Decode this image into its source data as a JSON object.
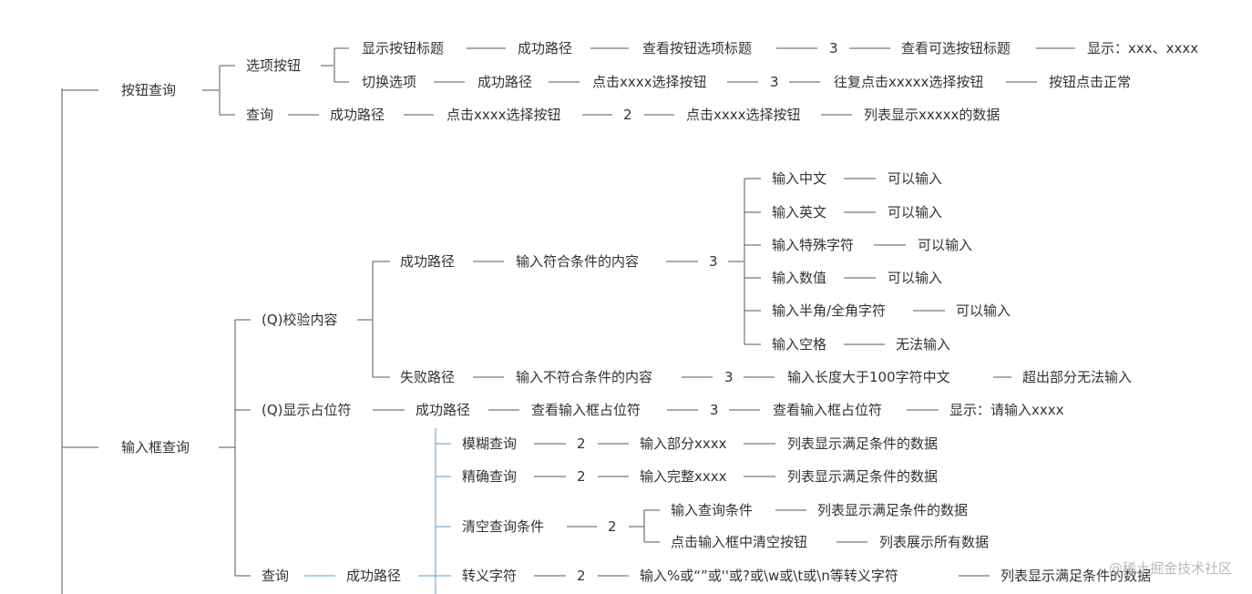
{
  "colors": {
    "line": "#555555",
    "accent": "#5b9bc4",
    "text": "#333333"
  },
  "nodes": {
    "b_query": "按钮查询",
    "option_btn": "选项按钮",
    "show_title": "显示按钮标题",
    "r1_path": "成功路径",
    "r1_check": "查看按钮选项标题",
    "r1_num": "3",
    "r1_check2": "查看可选按钮标题",
    "r1_result": "显示：xxx、xxxx",
    "switch_opt": "切换选项",
    "r2_path": "成功路径",
    "r2_click": "点击xxxx选择按钮",
    "r2_num": "3",
    "r2_repeat": "往复点击xxxxx选择按钮",
    "r2_result": "按钮点击正常",
    "query": "查询",
    "r3_path": "成功路径",
    "r3_click": "点击xxxx选择按钮",
    "r3_num": "2",
    "r3_click2": "点击xxxx选择按钮",
    "r3_result": "列表显示xxxxx的数据",
    "input_query": "输入框查询",
    "validate": "(Q)校验内容",
    "v_success": "成功路径",
    "v_input_ok": "输入符合条件的内容",
    "v_num": "3",
    "c_cn": "输入中文",
    "c_cn_r": "可以输入",
    "c_en": "输入英文",
    "c_en_r": "可以输入",
    "c_sp": "输入特殊字符",
    "c_sp_r": "可以输入",
    "c_num": "输入数值",
    "c_num_r": "可以输入",
    "c_half": "输入半角/全角字符",
    "c_half_r": "可以输入",
    "c_space": "输入空格",
    "c_space_r": "无法输入",
    "v_fail": "失败路径",
    "v_input_bad": "输入不符合条件的内容",
    "v_fail_num": "3",
    "v_long": "输入长度大于100字符中文",
    "v_long_r": "超出部分无法输入",
    "placeholder": "(Q)显示占位符",
    "p_path": "成功路径",
    "p_check": "查看输入框占位符",
    "p_num": "3",
    "p_check2": "查看输入框占位符",
    "p_result": "显示：请输入xxxx",
    "q_query": "查询",
    "q_path": "成功路径",
    "fuzzy": "模糊查询",
    "fuzzy_num": "2",
    "fuzzy_input": "输入部分xxxx",
    "fuzzy_r": "列表显示满足条件的数据",
    "exact": "精确查询",
    "exact_num": "2",
    "exact_input": "输入完整xxxx",
    "exact_r": "列表显示满足条件的数据",
    "clear": "清空查询条件",
    "clear_num": "2",
    "clear_in": "输入查询条件",
    "clear_in_r": "列表显示满足条件的数据",
    "clear_btn": "点击输入框中清空按钮",
    "clear_btn_r": "列表展示所有数据",
    "escape": "转义字符",
    "escape_num": "2",
    "escape_input": "输入%或“”或''或?或\\w或\\t或\\n等转义字符",
    "escape_r": "列表显示满足条件的数据"
  },
  "watermark": "@稀土掘金技术社区"
}
